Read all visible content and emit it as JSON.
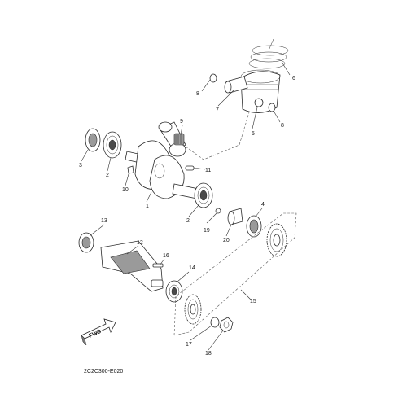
{
  "diagram": {
    "drawing_code": "2C2C300-E020",
    "fwd_label": "FWD",
    "callouts": [
      {
        "id": "c1",
        "number": "1"
      },
      {
        "id": "c2a",
        "number": "2"
      },
      {
        "id": "c2b",
        "number": "2"
      },
      {
        "id": "c3",
        "number": "3"
      },
      {
        "id": "c4",
        "number": "4"
      },
      {
        "id": "c5",
        "number": "5"
      },
      {
        "id": "c6",
        "number": "6"
      },
      {
        "id": "c7",
        "number": "7"
      },
      {
        "id": "c8a",
        "number": "8"
      },
      {
        "id": "c8b",
        "number": "8"
      },
      {
        "id": "c9",
        "number": "9"
      },
      {
        "id": "c10",
        "number": "10"
      },
      {
        "id": "c11",
        "number": "11"
      },
      {
        "id": "c12",
        "number": "12"
      },
      {
        "id": "c13",
        "number": "13"
      },
      {
        "id": "c14",
        "number": "14"
      },
      {
        "id": "c15",
        "number": "15"
      },
      {
        "id": "c16",
        "number": "16"
      },
      {
        "id": "c17",
        "number": "17"
      },
      {
        "id": "c18",
        "number": "18"
      },
      {
        "id": "c19",
        "number": "19"
      },
      {
        "id": "c20",
        "number": "20"
      }
    ]
  }
}
